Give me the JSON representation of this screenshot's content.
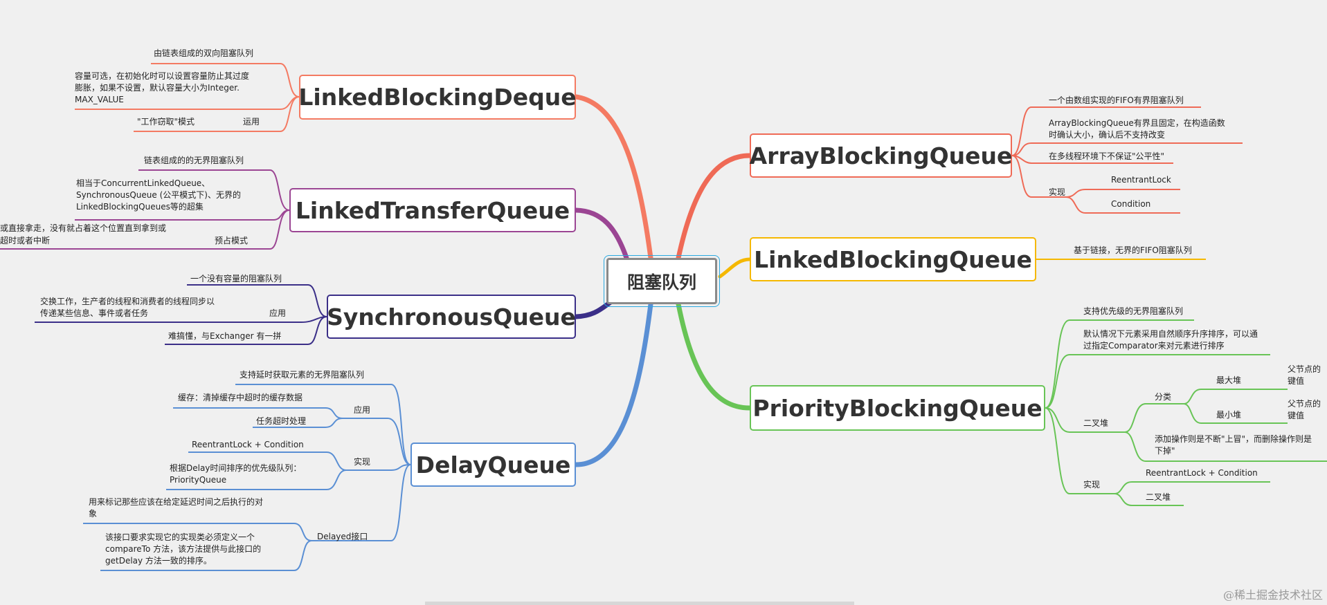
{
  "center": "阻塞队列",
  "colors": {
    "orange": "#f47a62",
    "purple": "#9b4593",
    "navy": "#3b2f88",
    "blue": "#5a8fd4",
    "yellow": "#f5b800",
    "green": "#68c456",
    "red": "#ef6a56"
  },
  "branches": {
    "lbd": {
      "title": "LinkedBlockingDeque",
      "items": [
        "由链表组成的双向阻塞队列",
        "容量可选，在初始化时可以设置容量防止其过度",
        "膨胀，如果不设置，默认容量大小为Integer.",
        "MAX_VALUE",
        "\"工作窃取\"模式",
        "运用"
      ]
    },
    "ltq": {
      "title": "LinkedTransferQueue",
      "items": [
        "链表组成的的无界阻塞队列",
        "相当于ConcurrentLinkedQueue、",
        "SynchronousQueue (公平模式下)、无界的",
        "LinkedBlockingQueues等的超集",
        "或直接拿走，没有就占着这个位置直到拿到或",
        "超时或者中断",
        "预占模式"
      ]
    },
    "sq": {
      "title": "SynchronousQueue",
      "items": [
        "一个没有容量的阻塞队列",
        "交换工作，生产者的线程和消费者的线程同步以",
        "传递某些信息、事件或者任务",
        "应用",
        "难搞懂，与Exchanger 有一拼"
      ]
    },
    "dq": {
      "title": "DelayQueue",
      "items": [
        "支持延时获取元素的无界阻塞队列",
        "缓存：清掉缓存中超时的缓存数据",
        "任务超时处理",
        "应用",
        "ReentrantLock + Condition",
        "根据Delay时间排序的优先级队列：",
        "PriorityQueue",
        "实现",
        "用来标记那些应该在给定延迟时间之后执行的对",
        "象",
        "该接口要求实现它的实现类必须定义一个",
        "compareTo 方法，该方法提供与此接口的",
        "getDelay 方法一致的排序。",
        "Delayed接口"
      ]
    },
    "abq": {
      "title": "ArrayBlockingQueue",
      "items": [
        "一个由数组实现的FIFO有界阻塞队列",
        "ArrayBlockingQueue有界且固定，在构造函数",
        "时确认大小，确认后不支持改变",
        "在多线程环境下不保证\"公平性\"",
        "实现",
        "ReentrantLock",
        "Condition"
      ]
    },
    "lbq": {
      "title": "LinkedBlockingQueue",
      "items": [
        "基于链接，无界的FIFO阻塞队列"
      ]
    },
    "pbq": {
      "title": "PriorityBlockingQueue",
      "items": [
        "支持优先级的无界阻塞队列",
        "默认情况下元素采用自然顺序升序排序，可以通",
        "过指定Comparator来对元素进行排序",
        "二叉堆",
        "分类",
        "最大堆",
        "父节点的",
        "键值",
        "最小堆",
        "父节点的",
        "键值",
        "添加操作则是不断\"上冒\"，而删除操作则是",
        "下掉\"",
        "实现",
        "ReentrantLock + Condition",
        "二叉堆"
      ]
    }
  },
  "watermark": "@稀土掘金技术社区"
}
